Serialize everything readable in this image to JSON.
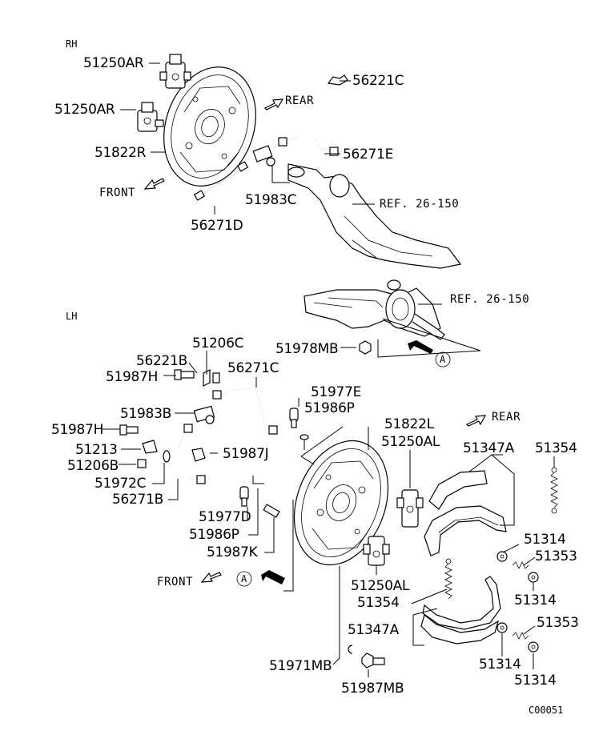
{
  "sections": {
    "rh": "RH",
    "lh": "LH"
  },
  "directions": {
    "rear_top": "REAR",
    "front_top": "FRONT",
    "rear_mid": "REAR",
    "front_bottom": "FRONT"
  },
  "refs": {
    "ref_top": "REF. 26-150",
    "ref_mid": "REF. 26-150"
  },
  "view_marks": {
    "a1": "A",
    "a2": "A"
  },
  "figure_code": "C00051",
  "parts": {
    "rh_51250AR_a": "51250AR",
    "rh_51250AR_b": "51250AR",
    "rh_56221C": "56221C",
    "rh_51822R": "51822R",
    "rh_56271E": "56271E",
    "rh_51983C": "51983C",
    "rh_56271D": "56271D",
    "lh_51978MB": "51978MB",
    "lh_51206C": "51206C",
    "lh_56221B": "56221B",
    "lh_56271C": "56271C",
    "lh_51987H_a": "51987H",
    "lh_51977E": "51977E",
    "lh_51986P_a": "51986P",
    "lh_51983B": "51983B",
    "lh_51822L": "51822L",
    "lh_51250AL_a": "51250AL",
    "lh_51987H_b": "51987H",
    "lh_51213": "51213",
    "lh_51987J": "51987J",
    "lh_51206B": "51206B",
    "lh_51347A_a": "51347A",
    "lh_51354_a": "51354",
    "lh_51972C": "51972C",
    "lh_56271B": "56271B",
    "lh_51977D": "51977D",
    "lh_51986P_b": "51986P",
    "lh_51987K": "51987K",
    "lh_51314_a": "51314",
    "lh_51353_a": "51353",
    "lh_51314_b": "51314",
    "lh_51250AL_b": "51250AL",
    "lh_51354_b": "51354",
    "lh_51347A_b": "51347A",
    "lh_51353_b": "51353",
    "lh_51314_c": "51314",
    "lh_51314_d": "51314",
    "lh_51971MB": "51971MB",
    "lh_51987MB": "51987MB"
  }
}
